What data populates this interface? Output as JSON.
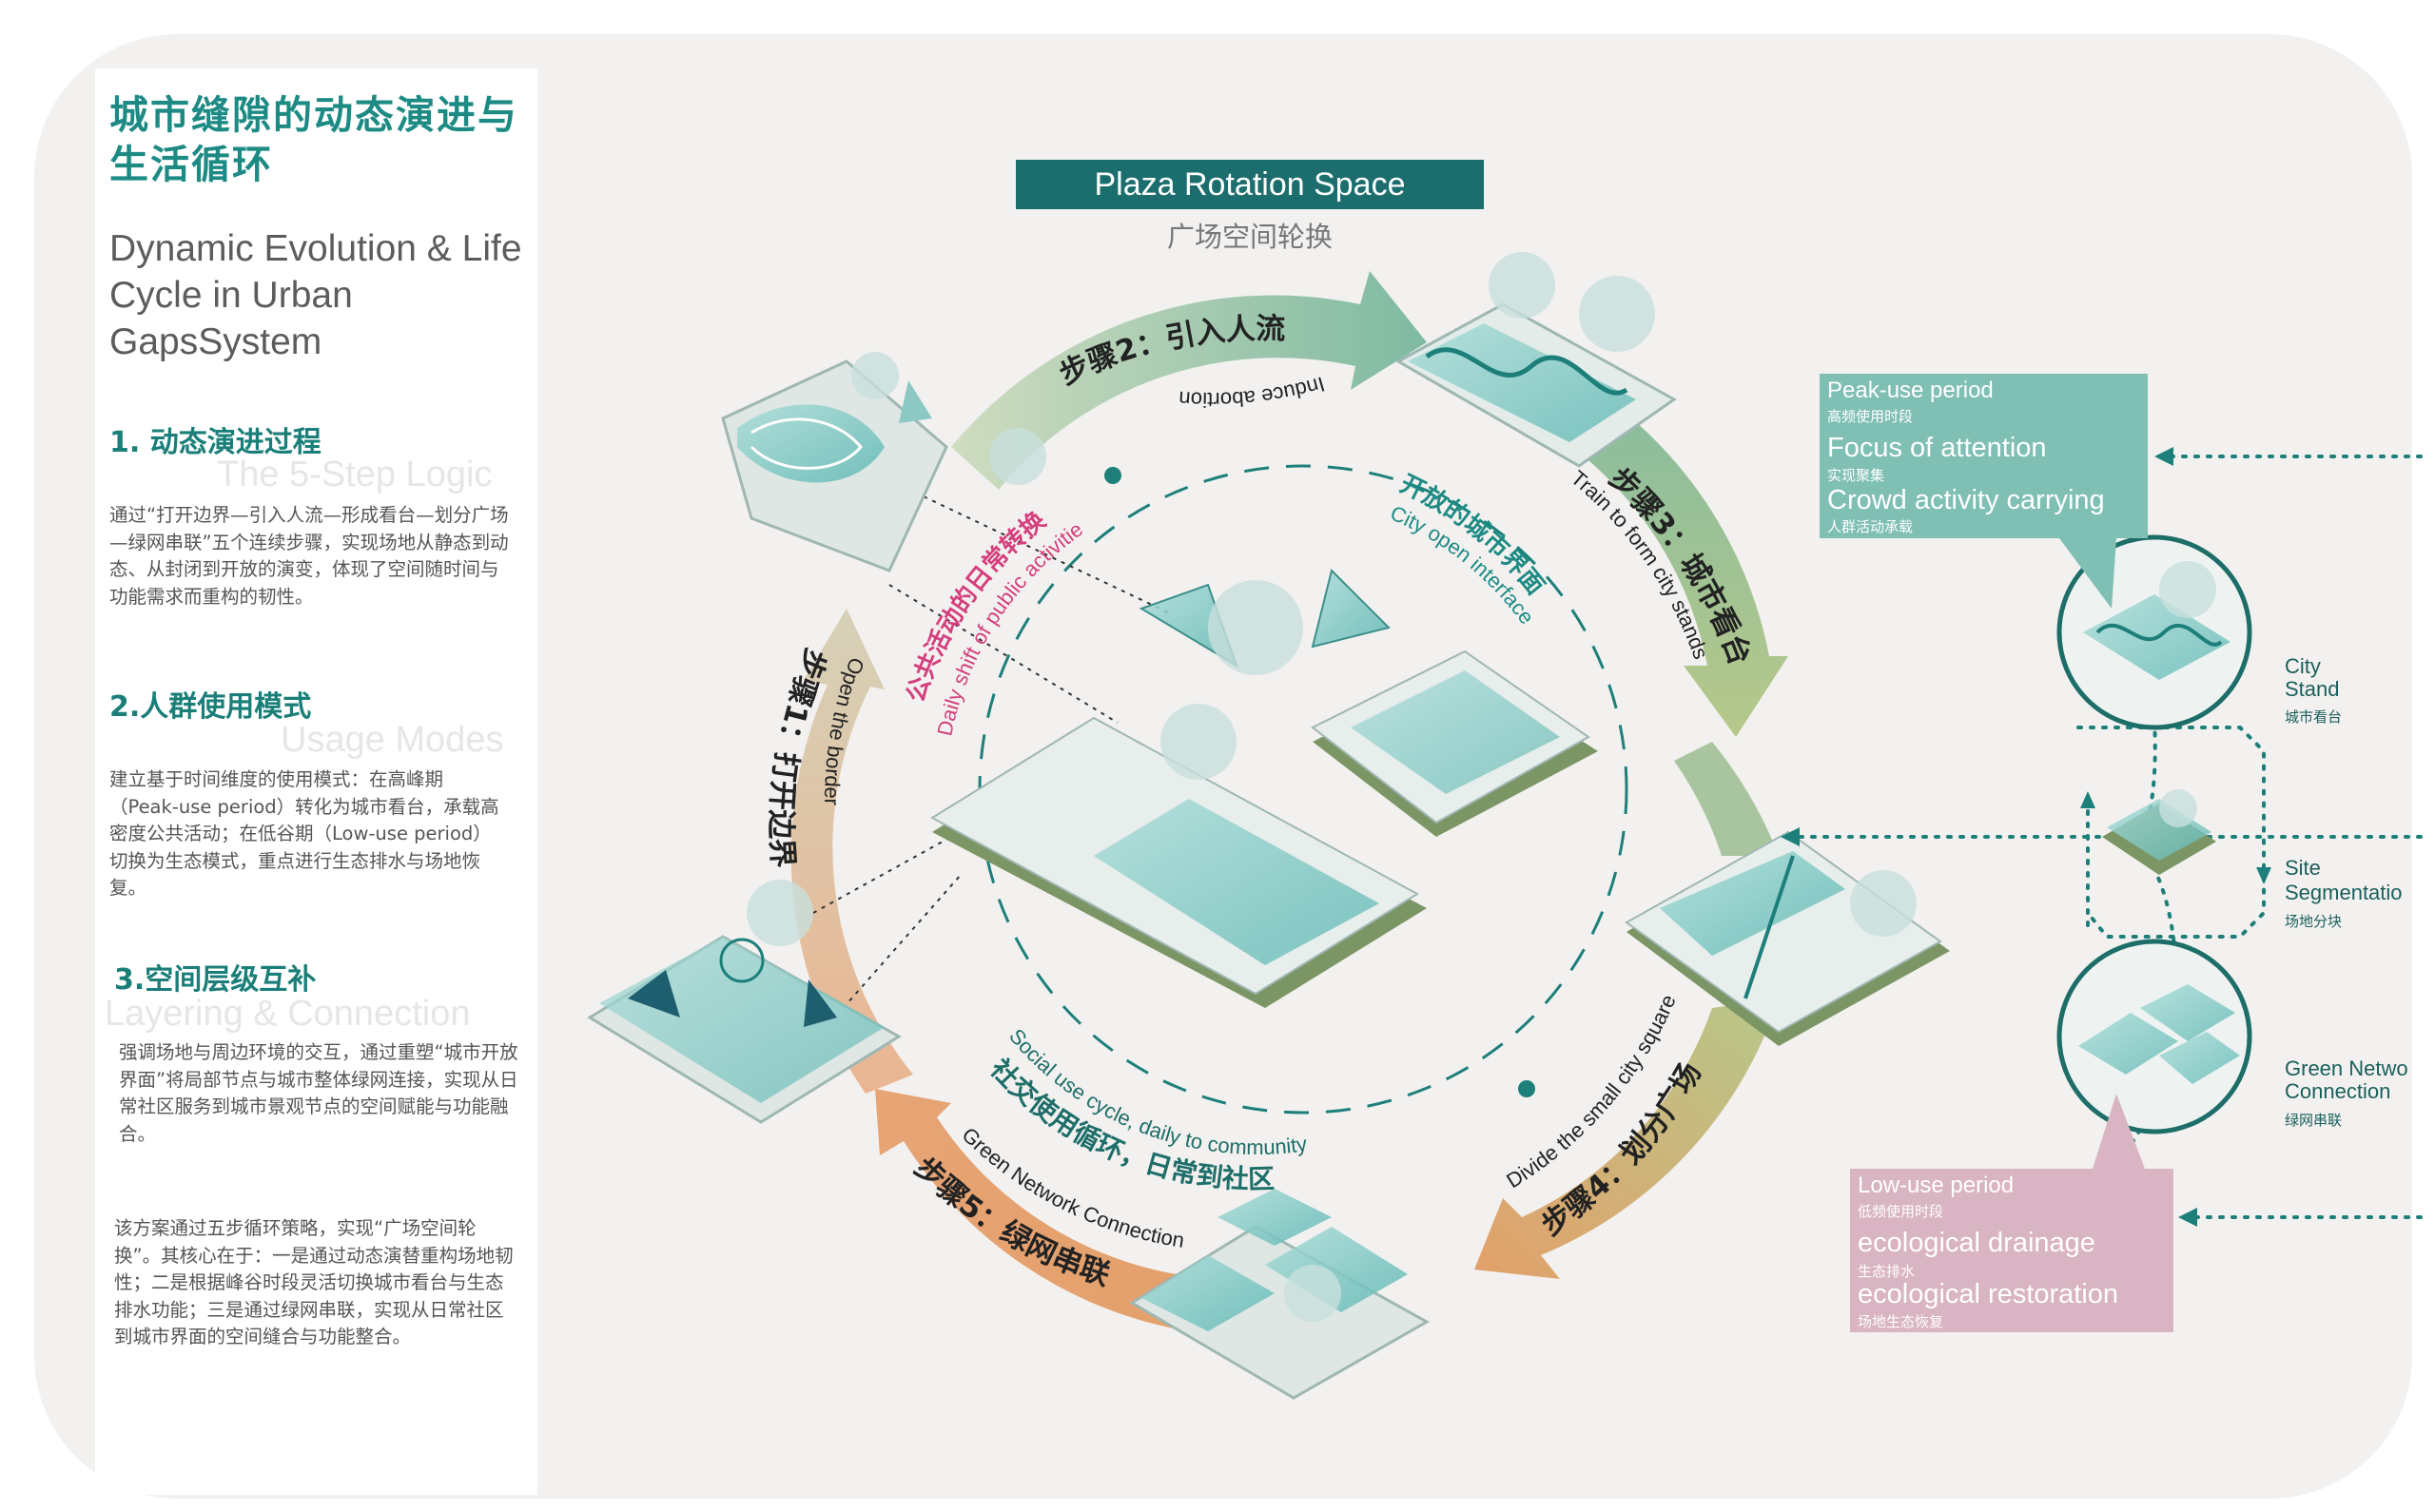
{
  "left": {
    "title_cn": "城市缝隙的动态演进与生活循环",
    "title_en": "Dynamic Evolution & Life Cycle in Urban GapsSystem",
    "sections": [
      {
        "heading": "1. 动态演进过程",
        "ghost": "The 5-Step Logic",
        "text": "通过“打开边界—引入人流—形成看台—划分广场—绿网串联”五个连续步骤，实现场地从静态到动态、从封闭到开放的演变，体现了空间随时间与功能需求而重构的韧性。"
      },
      {
        "heading": "2.人群使用模式",
        "ghost": "Usage Modes",
        "text": "建立基于时间维度的使用模式：在高峰期（Peak-use period）转化为城市看台，承载高密度公共活动；在低谷期（Low-use period）切换为生态模式，重点进行生态排水与场地恢复。"
      },
      {
        "heading": "3.空间层级互补",
        "ghost": "Layering & Connection",
        "text": "强调场地与周边环境的交互，通过重塑“城市开放界面”将局部节点与城市整体绿网连接，实现从日常社区服务到城市景观节点的空间赋能与功能融合。"
      }
    ],
    "summary": "该方案通过五步循环策略，实现“广场空间轮换”。其核心在于：一是通过动态演替重构场地韧性；二是根据峰谷时段灵活切换城市看台与生态排水功能；三是通过绿网串联，实现从日常社区到城市界面的空间缝合与功能整合。"
  },
  "header": {
    "title": "Plaza Rotation Space",
    "subtitle": "广场空间轮换"
  },
  "steps": {
    "s1_cn": "步骤1：打开边界",
    "s1_en": "Open the border",
    "s2_cn": "步骤2：引入人流",
    "s2_en": "Induce abortion",
    "s3_cn": "步骤3：城市看台",
    "s3_en": "Train to form city stands",
    "s4_cn": "步骤4：划分广场",
    "s4_en": "Divide the small city square",
    "s5_cn": "步骤5：绿网串联",
    "s5_en": "Green Network Connection"
  },
  "inner": {
    "public_cn": "公共活动的日常转换",
    "public_en": "Daily shift of public activities",
    "open_cn": "开放的城市界面",
    "open_en": "City open interface",
    "social_en": "Social use cycle, daily to community",
    "social_cn": "社交使用循环，日常到社区"
  },
  "peak": {
    "title_en": "Peak-use period",
    "title_cn": "高频使用时段",
    "focus_en": "Focus of attention",
    "focus_cn": "实现聚集",
    "crowd_en": "Crowd activity carrying",
    "crowd_cn": "人群活动承载"
  },
  "low": {
    "title_en": "Low-use period",
    "title_cn": "低频使用时段",
    "drain_en": "ecological drainage",
    "drain_cn": "生态排水",
    "resto_en": "ecological restoration",
    "resto_cn": "场地生态恢复"
  },
  "side": {
    "stand_en_1": "City",
    "stand_en_2": "Stand",
    "stand_cn": "城市看台",
    "seg_en_1": "Site",
    "seg_en_2": "Segmentatio",
    "seg_cn": "场地分块",
    "green_en_1": "Green Netwo",
    "green_en_2": "Connection",
    "green_cn": "绿网串联"
  },
  "colors": {
    "teal": "#1d8a84",
    "banner": "#1c6e6e",
    "ring_green": "#8fc6a8",
    "ring_orange": "#e5a06a",
    "pink": "#d43f7e",
    "peak_box": "#7fbfb4",
    "low_box": "#d9b4c2"
  }
}
